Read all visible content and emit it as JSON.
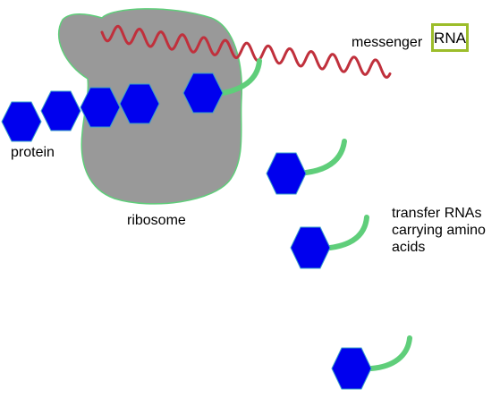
{
  "labels": {
    "protein": "protein",
    "ribosome": "ribosome",
    "messenger_prefix": "messenger",
    "rna_boxed": "RNA",
    "trna_lines": [
      "transfer RNAs",
      "carrying amino",
      "acids"
    ]
  },
  "colors": {
    "ribosome_fill": "#999999",
    "ribosome_outline": "#5fce7a",
    "amino_acid_fill": "#0000ee",
    "amino_acid_outline": "#3aa0c8",
    "trna_arm": "#5fce7a",
    "mrna_strand": "#c0303c",
    "rna_box_border": "#9cbd2a"
  }
}
